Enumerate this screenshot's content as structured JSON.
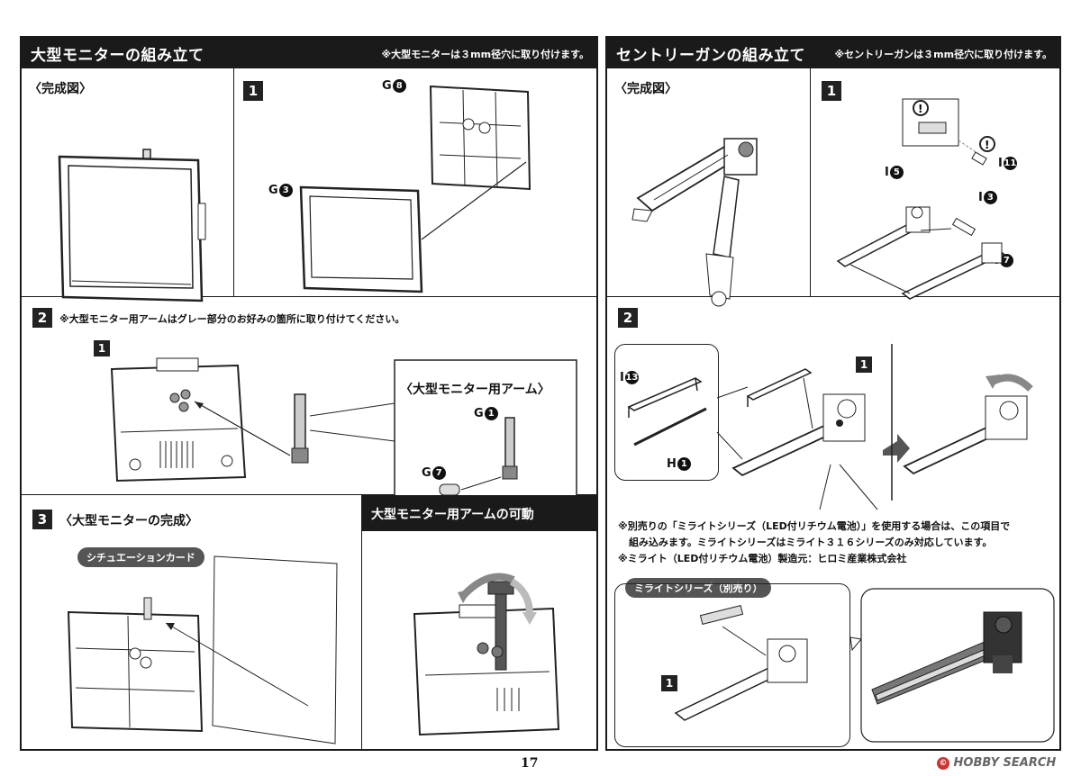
{
  "left": {
    "header": {
      "title": "大型モニターの組み立て",
      "note": "※大型モニターは３mm径穴に取り付けます。"
    },
    "complete_label": "〈完成図〉",
    "step1": {
      "num": "1",
      "parts": [
        {
          "letter": "G",
          "num": "8"
        },
        {
          "letter": "G",
          "num": "3"
        }
      ]
    },
    "step2": {
      "num": "2",
      "note": "※大型モニター用アームはグレー部分のお好みの箇所に取り付けてください。",
      "sub": "1",
      "arm_title": "〈大型モニター用アーム〉",
      "parts": [
        {
          "letter": "G",
          "num": "1"
        },
        {
          "letter": "G",
          "num": "7"
        }
      ]
    },
    "step3": {
      "num": "3",
      "title": "〈大型モニターの完成〉",
      "card_label": "シチュエーションカード"
    },
    "movable": {
      "title": "大型モニター用アームの可動"
    }
  },
  "right": {
    "header": {
      "title": "セントリーガンの組み立て",
      "note": "※セントリーガンは３mm径穴に取り付けます。"
    },
    "complete_label": "〈完成図〉",
    "step1": {
      "num": "1",
      "parts": [
        {
          "letter": "I",
          "num": "11"
        },
        {
          "letter": "I",
          "num": "5"
        },
        {
          "letter": "I",
          "num": "3"
        },
        {
          "letter": "I",
          "num": "7"
        }
      ]
    },
    "step2": {
      "num": "2",
      "sub": "1",
      "parts": [
        {
          "letter": "I",
          "num": "13"
        },
        {
          "letter": "H",
          "num": "1"
        }
      ]
    },
    "notes": [
      "※別売りの「ミライトシリーズ（LED付リチウム電池）」を使用する場合は、この項目で",
      "組み込みます。ミライトシリーズはミライト３１６シリーズのみ対応しています。",
      "※ミライト（LED付リチウム電池）製造元：ヒロミ産業株式会社"
    ],
    "pill_label": "ミライトシリーズ（別売り）",
    "sub": "1"
  },
  "footer": {
    "page_number": "17",
    "watermark": "HOBBY SEARCH"
  }
}
